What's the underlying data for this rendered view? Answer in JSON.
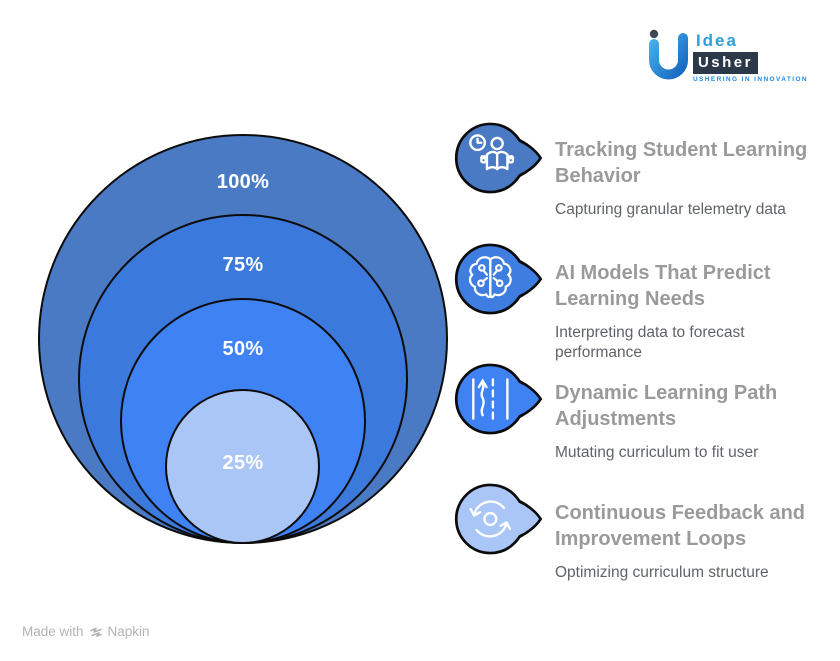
{
  "logo": {
    "name_top": "Idea",
    "name_bottom": "Usher",
    "tagline": "USHERING IN INNOVATION"
  },
  "diagram": {
    "type": "concentric-circles",
    "levels": [
      {
        "label": "100%",
        "color": "#4a7ac4"
      },
      {
        "label": "75%",
        "color": "#3b79dc"
      },
      {
        "label": "50%",
        "color": "#3e82f4"
      },
      {
        "label": "25%",
        "color": "#a9c6f7"
      }
    ],
    "outline_color": "#0c0c0c",
    "label_color": "#ffffff"
  },
  "items": [
    {
      "icon": "student-reading-icon",
      "bubble_color": "#4a7ac4",
      "title": "Tracking Student Learning Behavior",
      "subtitle": "Capturing granular telemetry data"
    },
    {
      "icon": "ai-brain-icon",
      "bubble_color": "#3f7ee0",
      "title": "AI Models That Predict Learning Needs",
      "subtitle": "Interpreting data to forecast performance"
    },
    {
      "icon": "learning-path-icon",
      "bubble_color": "#3e82f4",
      "title": "Dynamic Learning Path Adjustments",
      "subtitle": "Mutating curriculum to fit user"
    },
    {
      "icon": "feedback-loop-icon",
      "bubble_color": "#a9c6f7",
      "title": "Continuous Feedback and Improvement Loops",
      "subtitle": "Optimizing curriculum structure"
    }
  ],
  "footer": {
    "made_with": "Made with",
    "brand": "Napkin"
  }
}
